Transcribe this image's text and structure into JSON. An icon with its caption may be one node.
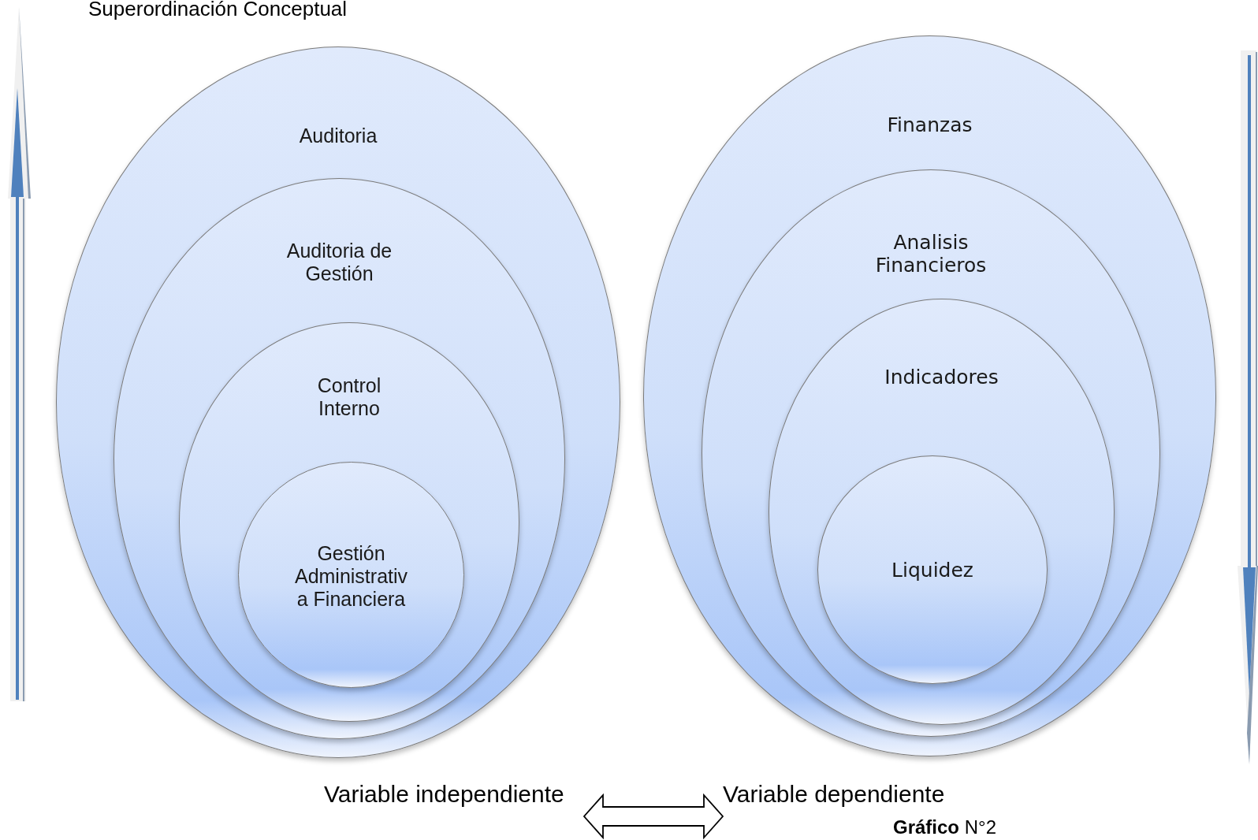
{
  "diagram": {
    "title": "Superordinación Conceptual",
    "caption": "**Gráfico** N°2",
    "nodes": [
      {
        "text": [
          "Auditoria"
        ]
      },
      {
        "text": [
          "Auditoria de Gestión"
        ],
        "in": 0
      },
      {
        "text": [
          "Control Interno"
        ],
        "in": 1
      },
      {
        "text": [
          "Gestión Administrativ a Financiera"
        ],
        "in": 2
      },
      {
        "text": [
          "Finanzas"
        ]
      },
      {
        "text": [
          "Analisis Financieros"
        ],
        "in": 4
      },
      {
        "text": [
          "Indicadores"
        ],
        "in": 5
      },
      {
        "text": [
          "Liquidez"
        ],
        "in": 6
      },
      {
        "text": [
          "Variable independiente"
        ]
      },
      {
        "text": [
          "Variable dependiente"
        ]
      }
    ],
    "edges": [
      {
        "from": 8,
        "to": 9,
        "arrow": "both"
      }
    ]
  }
}
